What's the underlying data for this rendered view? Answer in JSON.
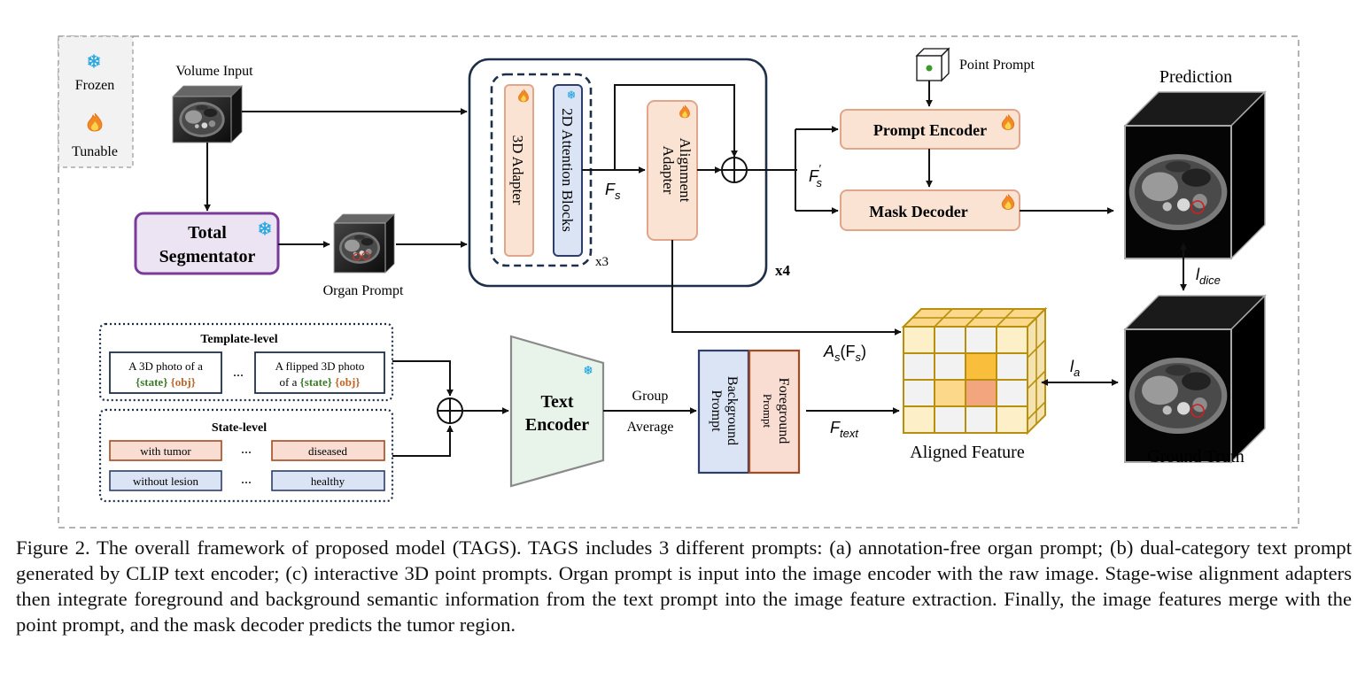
{
  "legend": {
    "frozen": "Frozen",
    "tunable": "Tunable"
  },
  "inputs": {
    "volume_input": "Volume Input",
    "organ_prompt": "Organ Prompt",
    "point_prompt": "Point Prompt"
  },
  "total_segmentator": {
    "line1": "Total",
    "line2": "Segmentator"
  },
  "encoder_block": {
    "adapter_3d": "3D Adapter",
    "attention_blocks": "2D Attention Blocks",
    "repeat_inner": "x3",
    "alignment_adapter_line1": "Alignment",
    "alignment_adapter_line2": "Adapter",
    "repeat_outer": "x4"
  },
  "prompt_encoder": "Prompt Encoder",
  "mask_decoder": "Mask Decoder",
  "prediction": "Prediction",
  "ground_truth": "Ground Truth",
  "aligned_feature": "Aligned Feature",
  "math": {
    "fs_base": "F",
    "fs_sub": "s",
    "fsprime_base": "F",
    "fsprime_sup": "′",
    "fsprime_sub": "s",
    "asfs": "A",
    "asfs_sub": "s",
    "asfs_rest": "(F",
    "asfs_close": ")",
    "ftext_base": "F",
    "ftext_sub": "text",
    "ldice_base": "l",
    "ldice_sub": "dice",
    "la_base": "l",
    "la_sub": "a"
  },
  "template_level": {
    "title": "Template-level",
    "box1_line1": "A 3D photo of a",
    "box2_line1": "A flipped 3D photo",
    "box2_line2": "of a",
    "state_token": "{state}",
    "obj_token": "{obj}",
    "ellipsis": "..."
  },
  "state_level": {
    "title": "State-level",
    "items": [
      "with tumor",
      "diseased",
      "without lesion",
      "healthy"
    ],
    "ellipsis": "..."
  },
  "text_encoder": {
    "line1": "Text",
    "line2": "Encoder"
  },
  "group_average": {
    "line1": "Group",
    "line2": "Average"
  },
  "background_prompt": {
    "line1": "Background",
    "line2": "Prompt"
  },
  "foreground_prompt": {
    "line1": "Foreground",
    "line2": "Prompt"
  },
  "caption": "Figure 2. The overall framework of proposed model (TAGS). TAGS includes 3 different prompts: (a) annotation-free organ prompt; (b) dual-category text prompt generated by CLIP text encoder; (c) interactive 3D point prompts. Organ prompt is input into the image encoder with the raw image. Stage-wise alignment adapters then integrate foreground and background semantic information from the text prompt into the image feature extraction. Finally, the image features merge with the point prompt, and the mask decoder predicts the tumor region.",
  "colors": {
    "frozen_icon": "#29a8e0",
    "tunable_icon": "#f08a24",
    "adapter_fill": "#fbe3d4",
    "adapter_stroke": "#e0a58a",
    "attention_fill": "#dbe4f5",
    "attention_stroke": "#2d3e6b",
    "segmentator_fill": "#ece4f2",
    "segmentator_stroke": "#7a3a9a",
    "encoder_frame": "#1e2f4a",
    "text_encoder_fill": "#e8f4ea",
    "text_encoder_stroke": "#8a8a8a",
    "background_fill": "#dbe4f5",
    "background_stroke": "#2d3e6b",
    "foreground_fill": "#f9dcd2",
    "foreground_stroke": "#a24a22",
    "state_green": "#3c7a2a",
    "obj_orange": "#c0652a",
    "cube_stroke": "#b8900e",
    "cell_light": "#fdf0c8",
    "cell_mid": "#fbd88a",
    "cell_strong": "#f9be3c",
    "cell_salmon": "#f3a67e",
    "cell_grey": "#f2f2f2"
  },
  "icons": [
    "snowflake-icon",
    "flame-icon",
    "ct-volume-icon",
    "plus-circle-icon",
    "point-prompt-icon"
  ]
}
